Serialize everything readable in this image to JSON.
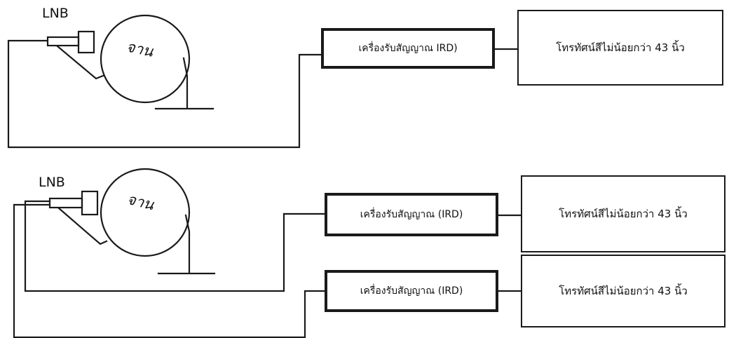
{
  "top": {
    "lnb_label": "LNB",
    "dish_label": "จาน",
    "receiver_label": "เครื่องรับสัญญาณ IRD)",
    "tv_label": "โทรทัศน์สีไม่น้อยกว่า 43 นิ้ว"
  },
  "bottom": {
    "lnb_label": "LNB",
    "dish_label": "จาน",
    "receivers": [
      {
        "receiver_label": "เครื่องรับสัญญาณ (IRD)",
        "tv_label": "โทรทัศน์สีไม่น้อยกว่า 43 นิ้ว"
      },
      {
        "receiver_label": "เครื่องรับสัญญาณ (IRD)",
        "tv_label": "โทรทัศน์สีไม่น้อยกว่า 43 นิ้ว"
      }
    ]
  },
  "colors": {
    "line": "#1a1a1a",
    "background": "#ffffff"
  }
}
